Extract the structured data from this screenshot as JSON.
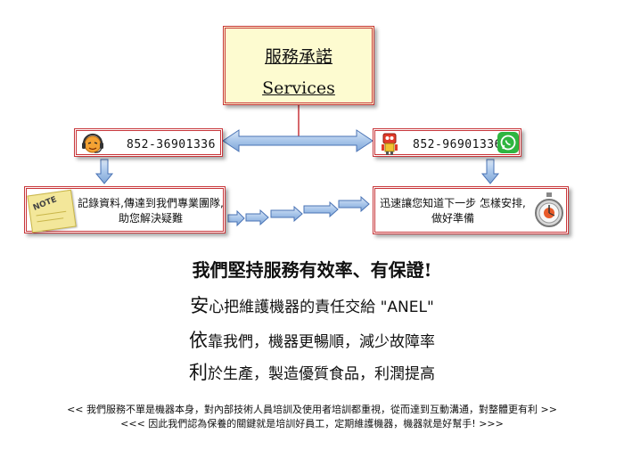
{
  "title": {
    "zh": "服務承諾",
    "en": "Services"
  },
  "left_contact": {
    "phone": "852-36901336",
    "icon": "headset-operator-icon"
  },
  "right_contact": {
    "phone": "852-96901336",
    "icon": "robot-mascot-icon",
    "app_icon": "whatsapp-icon"
  },
  "left_note": {
    "line1": "記錄資料,傳達到我們專業團隊,",
    "line2": "助您解決疑難",
    "icon": "note-icon",
    "icon_label": "NOTE"
  },
  "right_note": {
    "line1": "迅速讓您知道下一步 怎樣安排,",
    "line2": "做好準備",
    "icon": "stopwatch-icon"
  },
  "headline": "我們堅持服務有效率、有保證!",
  "pillars": [
    {
      "first": "安",
      "rest": "心把維護機器的責任交給 \"ANEL\""
    },
    {
      "first": "依",
      "rest": "靠我們，機器更暢順，減少故障率"
    },
    {
      "first": "利",
      "rest": "於生產，製造優質食品，利潤提高"
    }
  ],
  "footer": {
    "line1": "<< 我們服務不單是機器本身，對內部技術人員培訓及使用者培訓都重視，從而達到互動溝通，對整體更有利 >>",
    "line2": "<<< 因此我們認為保養的關鍵就是培訓好員工，定期維護機器，機器就是好幫手! >>>"
  },
  "colors": {
    "box_border": "#c8363a",
    "title_fill": "#fdfbd0",
    "arrow_fill": "#a9c6ea",
    "arrow_stroke": "#4a73b5"
  }
}
